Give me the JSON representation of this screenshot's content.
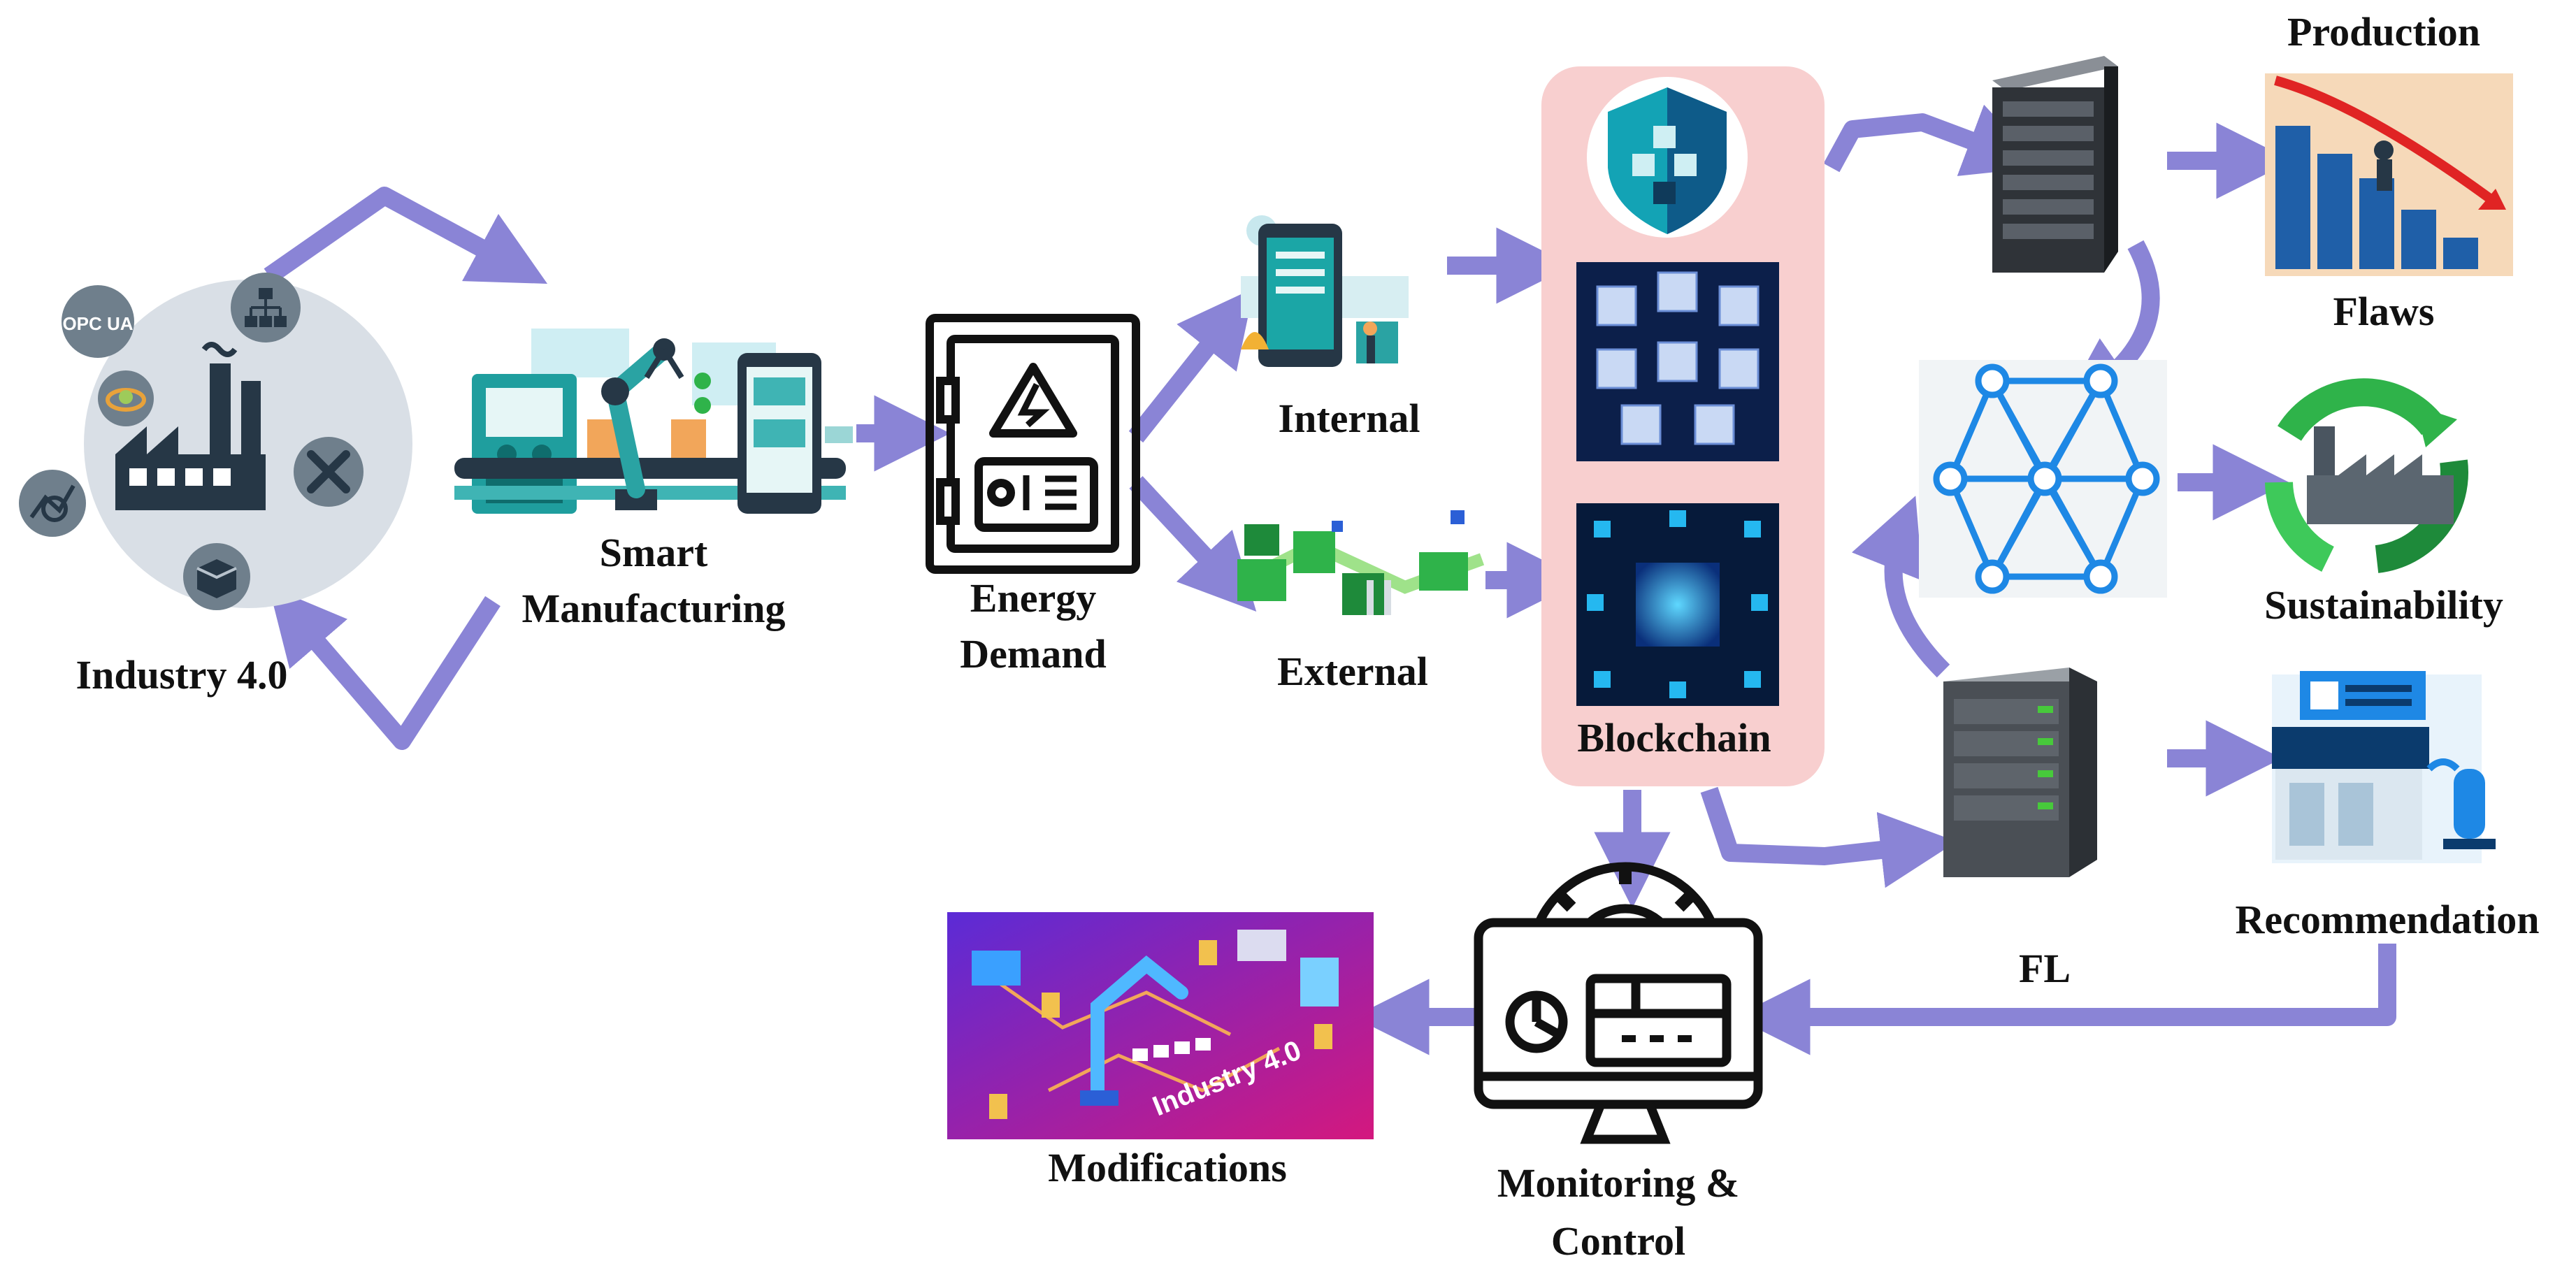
{
  "labels": {
    "industry": "Industry 4.0",
    "opc_ua": "OPC UA",
    "smart_line1": "Smart",
    "smart_line2": "Manufacturing",
    "energy_line1": "Energy",
    "energy_line2": "Demand",
    "internal": "Internal",
    "external": "External",
    "blockchain": "Blockchain",
    "production": "Production",
    "flaws": "Flaws",
    "sustainability": "Sustainability",
    "recommendation": "Recommendation",
    "fl": "FL",
    "monitoring_line1": "Monitoring &",
    "monitoring_line2": "Control",
    "modifications": "Modifications",
    "industry_banner": "Industry 4.0"
  },
  "colors": {
    "arrow": "#8a84d6",
    "blockchain_panel": "#f8cfcf",
    "dark_icon": "#263746",
    "blue_accent": "#1e88e5",
    "green_accent": "#2fb34a"
  },
  "icons": [
    "factory-icon",
    "network-icon",
    "tools-icon",
    "analytics-icon",
    "package-icon",
    "robot-arm-icon",
    "electrical-panel-icon",
    "smartphone-app-icon",
    "green-plant-icon",
    "security-shield-icon",
    "cube-network-icon",
    "server-rack-icon",
    "declining-bar-chart-icon",
    "neural-network-icon",
    "recycle-factory-icon",
    "server-tower-icon",
    "water-plant-icon",
    "gear-monitor-icon"
  ]
}
